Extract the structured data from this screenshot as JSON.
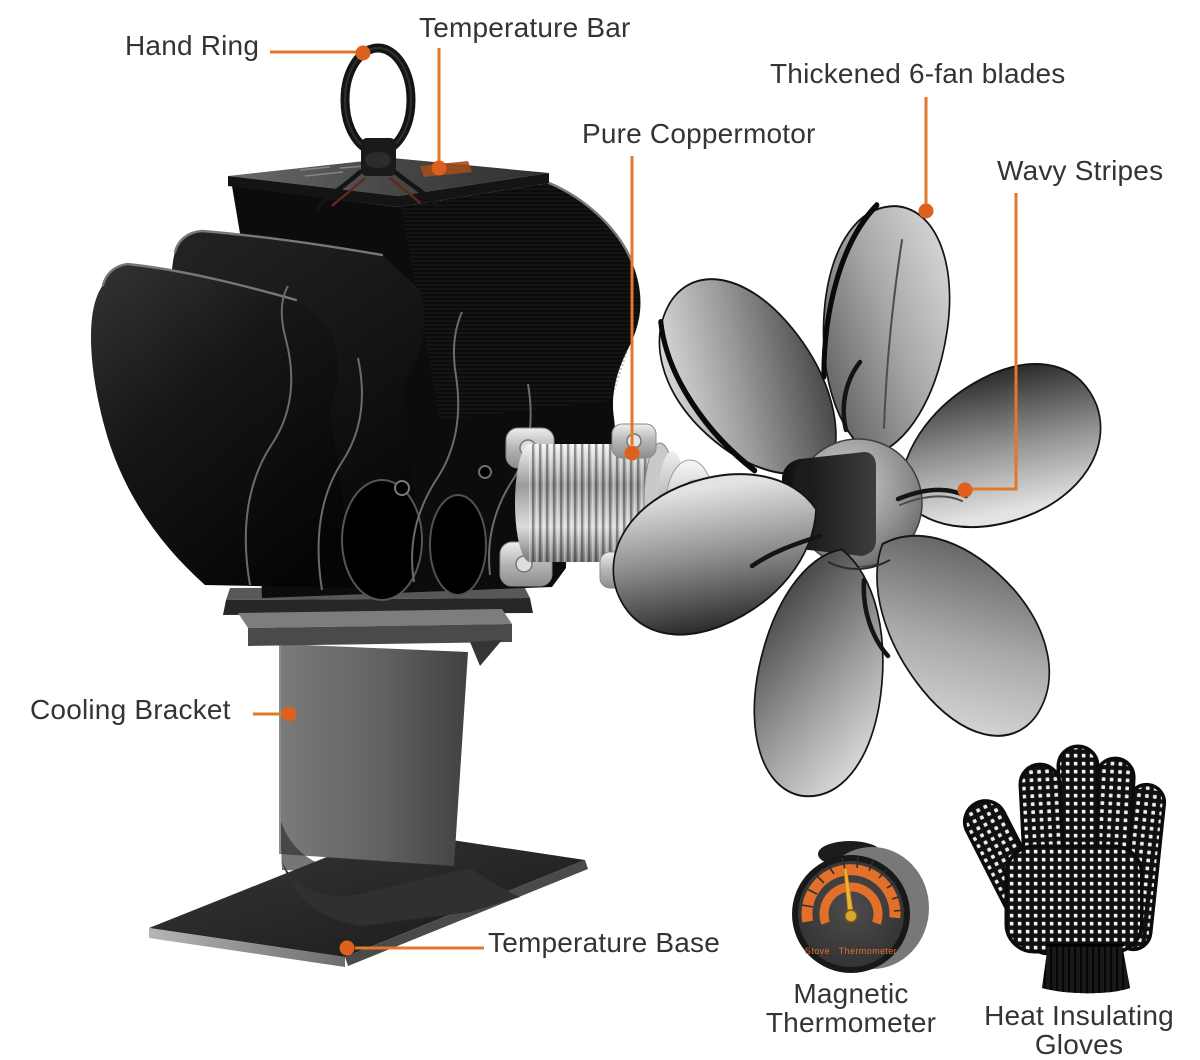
{
  "page": {
    "background": "#ffffff",
    "type": "annotated-product-diagram",
    "product": "heat powered stove fan"
  },
  "colors": {
    "accent_line": "#e2792a",
    "accent_dot": "#dd611c",
    "label_text": "#343434",
    "body_black": "#0c0c0c",
    "bracket_gray": "#5f5f5f",
    "thermometer_arc_orange": "#e2702a",
    "needle_yellow": "#f0b433"
  },
  "labels": {
    "hand_ring": "Hand Ring",
    "temperature_bar": "Temperature Bar",
    "pure_coppermotor": "Pure Coppermotor",
    "thickened_6_fan_blades": "Thickened 6-fan blades",
    "wavy_stripes": "Wavy Stripes",
    "cooling_bracket": "Cooling Bracket",
    "temperature_base": "Temperature Base",
    "magnetic_thermometer_line1": "Magnetic",
    "magnetic_thermometer_line2": "Thermometer",
    "heat_insulating_gloves_line1": "Heat Insulating",
    "heat_insulating_gloves_line2": "Gloves"
  },
  "thermometer": {
    "dial_text": "Stove Thermometer"
  }
}
